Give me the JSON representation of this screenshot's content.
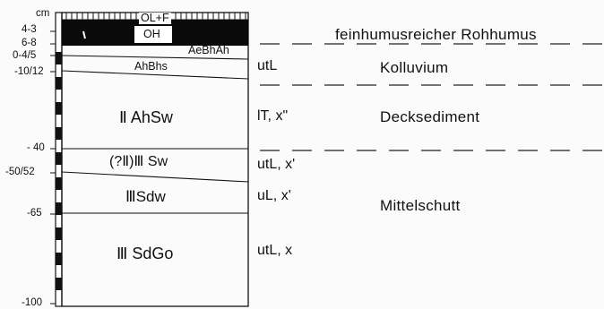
{
  "depth_scale": {
    "unit": "cm",
    "labels": [
      "4-3",
      "6-8",
      "0-4/5",
      "-10/12",
      "- 40",
      "-50/52",
      "-65",
      "-100"
    ]
  },
  "horizons": [
    {
      "id": "olf",
      "label": "OL+F",
      "color": "#ffffff"
    },
    {
      "id": "oh",
      "label": "OH",
      "color": "#ffffff"
    },
    {
      "id": "aebhah",
      "label": "AeBhAh"
    },
    {
      "id": "ahbhs",
      "label": "AhBhs"
    },
    {
      "id": "ii-ahsw",
      "label": "Ⅱ AhSw"
    },
    {
      "id": "ii-iii-sw",
      "label": "(?Ⅱ)Ⅲ Sw"
    },
    {
      "id": "iii-sdw",
      "label": "ⅢSdw"
    },
    {
      "id": "iii-sdgo",
      "label": "Ⅲ SdGo"
    }
  ],
  "textures": [
    "utL",
    "lT, x\"",
    "utL, x'",
    "uL, x'",
    "utL, x"
  ],
  "descriptions": {
    "humus": "feinhumusreicher Rohhumus",
    "kolluvium": "Kolluvium",
    "decksediment": "Decksediment",
    "mittelschutt": "Mittelschutt"
  }
}
